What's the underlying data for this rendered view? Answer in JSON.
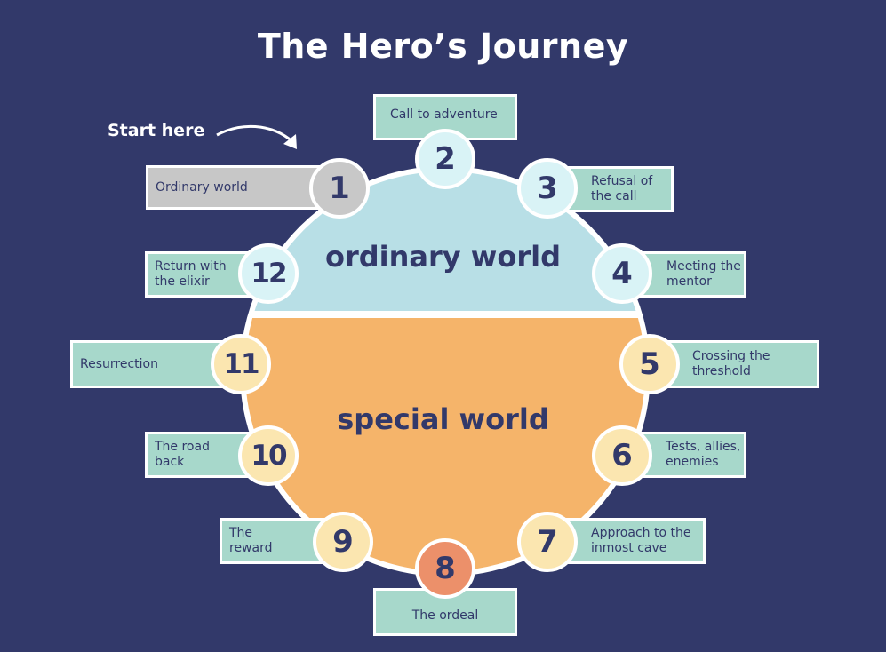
{
  "title": "The Hero’s Journey",
  "start_label": "Start here",
  "regions": {
    "ordinary": "ordinary world",
    "special": "special world"
  },
  "colors": {
    "background": "#32396a",
    "ordinary_world": "#b8dfe6",
    "special_world": "#f5b46a",
    "label_box": "#a7d8cb",
    "start_label_box": "#c7c7c7",
    "text_dark": "#32396a"
  },
  "steps": [
    {
      "num": "1",
      "label": "Ordinary world"
    },
    {
      "num": "2",
      "label": "Call to adventure"
    },
    {
      "num": "3",
      "label": "Refusal of\nthe call"
    },
    {
      "num": "4",
      "label": "Meeting the\nmentor"
    },
    {
      "num": "5",
      "label": "Crossing the\nthreshold"
    },
    {
      "num": "6",
      "label": "Tests, allies,\nenemies"
    },
    {
      "num": "7",
      "label": "Approach to the\ninmost cave"
    },
    {
      "num": "8",
      "label": "The ordeal"
    },
    {
      "num": "9",
      "label": "The\nreward"
    },
    {
      "num": "10",
      "label": "The road\nback"
    },
    {
      "num": "11",
      "label": "Resurrection"
    },
    {
      "num": "12",
      "label": "Return with\nthe elixir"
    }
  ]
}
